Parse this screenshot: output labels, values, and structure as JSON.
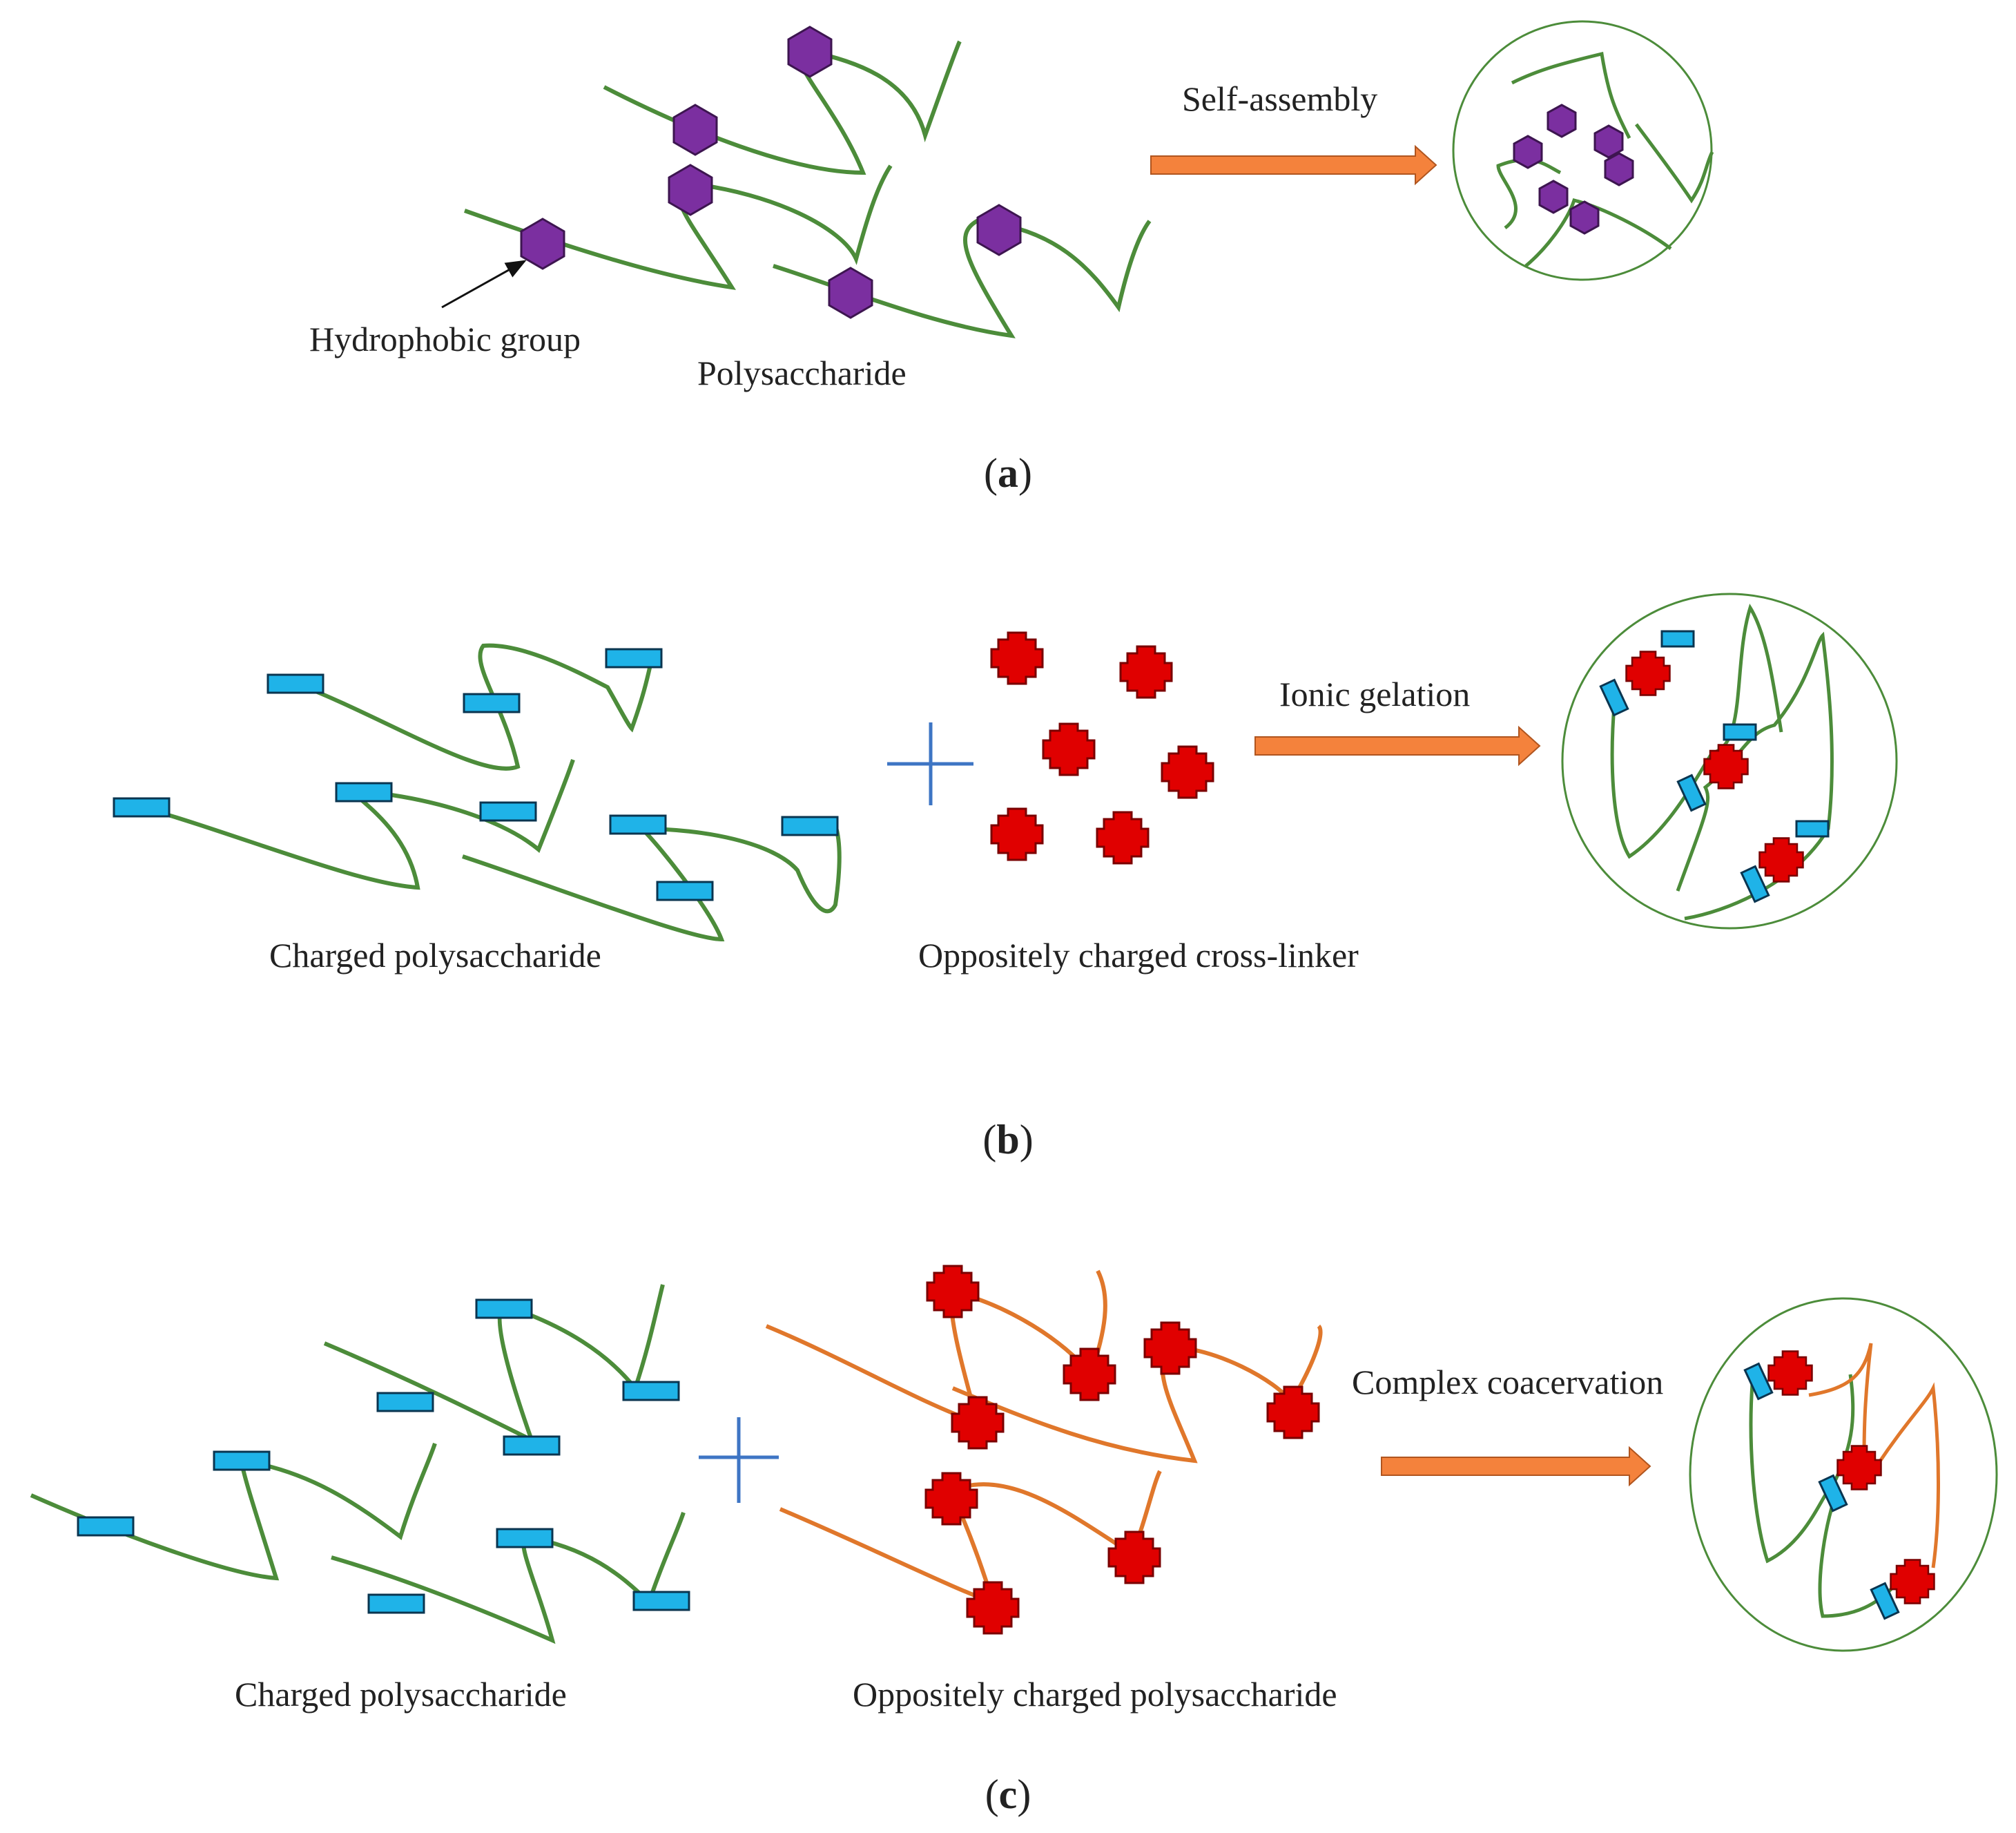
{
  "colors": {
    "chain_green": "#4c8c3a",
    "chain_orange": "#e0772b",
    "hexagon_fill": "#7b2fa0",
    "rect_fill": "#1fb3e8",
    "cross_fill": "#e00000",
    "arrow_fill": "#f4823c",
    "plus_color": "#3e75c4",
    "circle_stroke": "#4c8c3a"
  },
  "panel_a": {
    "letter": "a",
    "labels": {
      "hydrophobic_group": "Hydrophobic group",
      "polysaccharide": "Polysaccharide",
      "process": "Self-assembly"
    }
  },
  "panel_b": {
    "letter": "b",
    "labels": {
      "charged_polysaccharide": "Charged polysaccharide",
      "cross_linker": "Oppositely charged cross-linker",
      "process": "Ionic gelation"
    }
  },
  "panel_c": {
    "letter": "c",
    "labels": {
      "charged_polysaccharide": "Charged polysaccharide",
      "opposite_polysaccharide": "Oppositely charged polysaccharide",
      "process": "Complex coacervation"
    }
  }
}
